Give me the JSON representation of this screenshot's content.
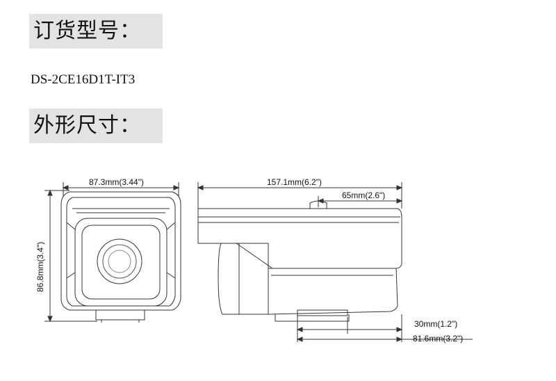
{
  "headings": {
    "order_model": "订货型号：",
    "dimensions": "外形尺寸："
  },
  "model_number": "DS-2CE16D1T-IT3",
  "dimensions": {
    "front_width": "87.3mm(3.44\")",
    "front_height": "86.8mm(3.4\")",
    "total_length": "157.1mm(6.2\")",
    "mount_offset": "65mm(2.6\")",
    "base_depth": "30mm(1.2\")",
    "base_length": "81.6mm(3.2\")"
  }
}
